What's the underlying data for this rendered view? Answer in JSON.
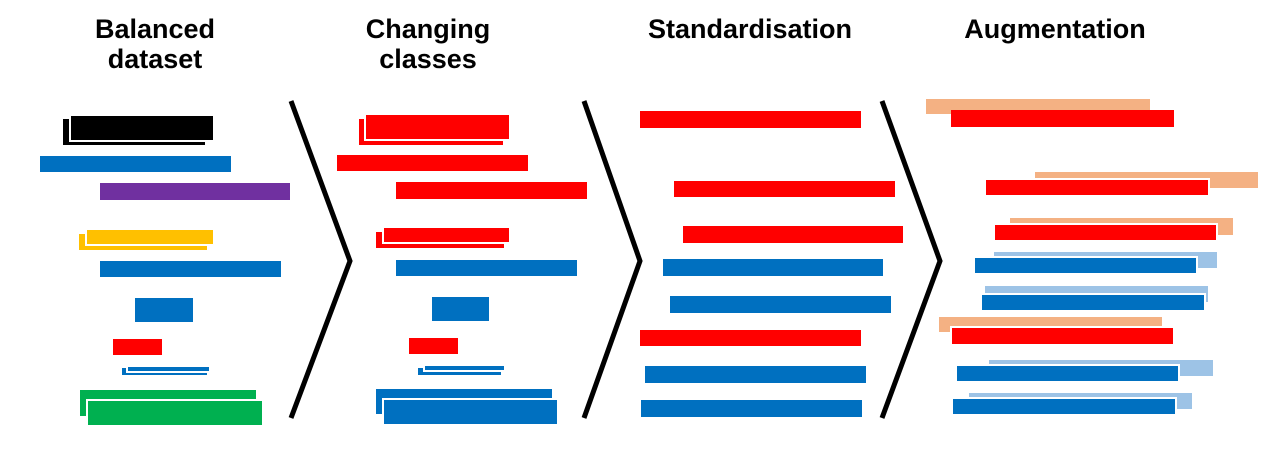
{
  "stages": [
    {
      "title": "Balanced\ndataset"
    },
    {
      "title": "Changing\nclasses"
    },
    {
      "title": "Standardisation"
    },
    {
      "title": "Augmentation"
    }
  ],
  "colors": {
    "black": "#000000",
    "blue": "#0070c0",
    "purple": "#7030a0",
    "yellow": "#ffc000",
    "red": "#ff0000",
    "green": "#00b050",
    "light_orange": "#f4b183",
    "light_blue": "#9dc3e6",
    "chevron": "#000000"
  }
}
